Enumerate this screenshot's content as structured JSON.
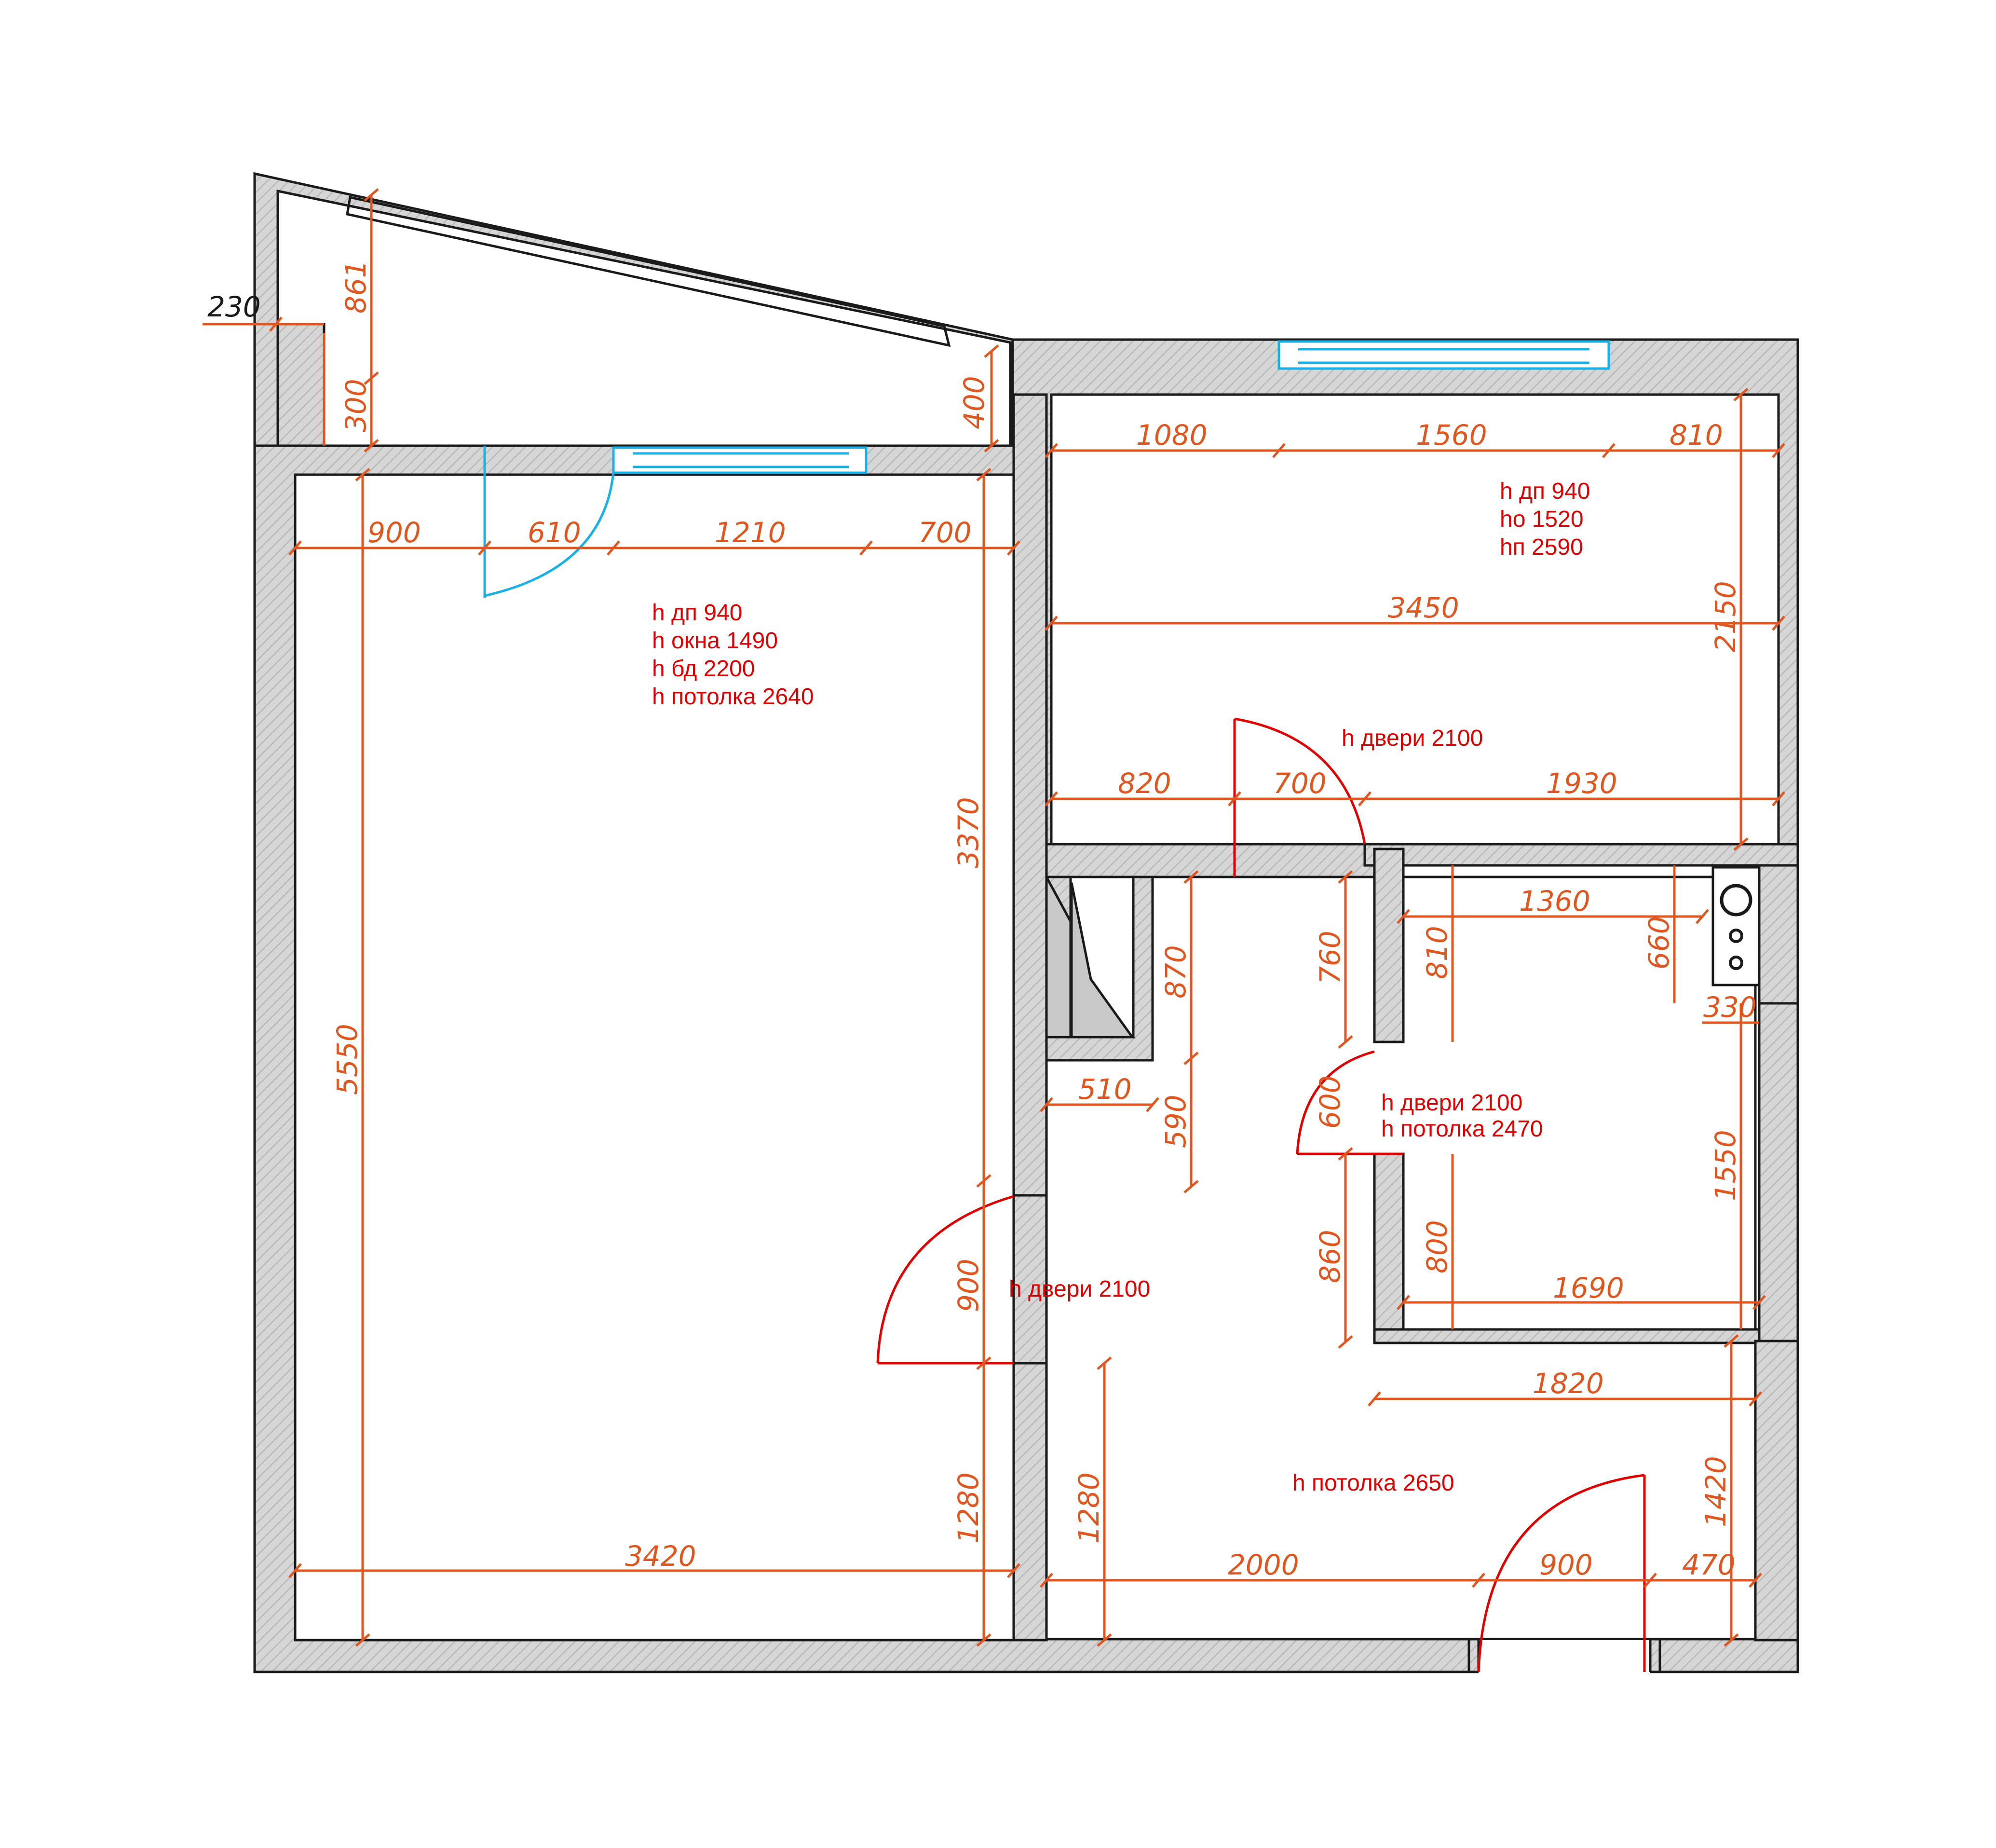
{
  "colors": {
    "wall_fill": "#d9d9d9",
    "wall_line": "#1a1a1a",
    "dimension": "#e0561f",
    "note": "#e00000",
    "window": "#19b0e8"
  },
  "dimensions": {
    "balcony_side": "230",
    "balcony_height": "861",
    "balcony_offset": "300",
    "balcony_right": "400",
    "living_top_a": "900",
    "living_top_b": "610",
    "living_top_c": "1210",
    "living_top_d": "700",
    "living_height": "5550",
    "living_right": "3370",
    "living_door": "900",
    "living_lower": "1280",
    "living_width": "3420",
    "bed_top_a": "1080",
    "bed_top_b": "1560",
    "bed_top_c": "810",
    "bed_width": "3450",
    "bed_height": "2150",
    "bed_bottom_a": "820",
    "bed_bottom_b": "700",
    "bed_bottom_c": "1930",
    "closet_h": "870",
    "closet_w": "510",
    "closet_lower": "590",
    "bath_upper": "760",
    "bath_top": "1360",
    "bath_left_upper": "810",
    "bath_right_upper": "660",
    "bath_step": "330",
    "bath_door": "600",
    "bath_left_lower": "860",
    "bath_inner_lower": "800",
    "bath_bottom": "1690",
    "bath_right": "1550",
    "hall_upper": "1820",
    "hall_left": "1280",
    "hall_bottom_a": "2000",
    "hall_bottom_b": "900",
    "hall_bottom_c": "470",
    "hall_right": "1420"
  },
  "notes": {
    "living": [
      "h дп 940",
      "h окна 1490",
      "h бд 2200",
      "h потолка 2640"
    ],
    "bedroom": [
      "h дп 940",
      "ho 1520",
      "hп 2590"
    ],
    "bedroom_door": "h двери 2100",
    "bath": [
      "h двери 2100",
      "h потолка 2470"
    ],
    "living_door": "h двери 2100",
    "hall": "h потолка 2650"
  }
}
